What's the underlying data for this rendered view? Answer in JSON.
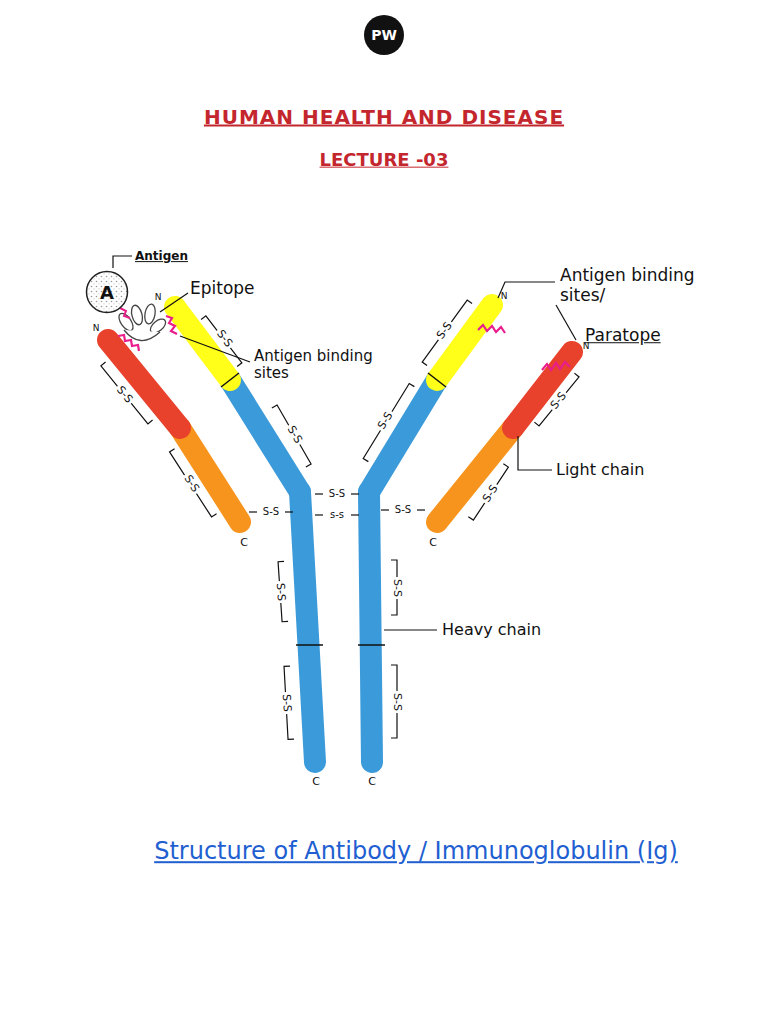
{
  "diagram": {
    "title": "HUMAN HEALTH AND DISEASE",
    "caption": "Structure of Antibody / Immunoglobulin (Ig)",
    "nodes": [
      {
        "text": [
          "A"
        ]
      }
    ],
    "labels": [
      "LECTURE -03",
      "Antigen",
      "Epitope",
      "Antigen binding sites",
      "Antigen binding sites/",
      "Paratope",
      "Light chain",
      "Heavy chain",
      "N",
      "N",
      "N",
      "N",
      "C",
      "C",
      "C",
      "C",
      "S-S",
      "S-S",
      "S-S",
      "S-S",
      "S-S",
      "S-S",
      "S-S",
      "S-S",
      "S-S",
      "S-S",
      "S-S",
      "s-s",
      "S-S",
      "S-S",
      "S-S",
      "S-S",
      "PW"
    ]
  }
}
